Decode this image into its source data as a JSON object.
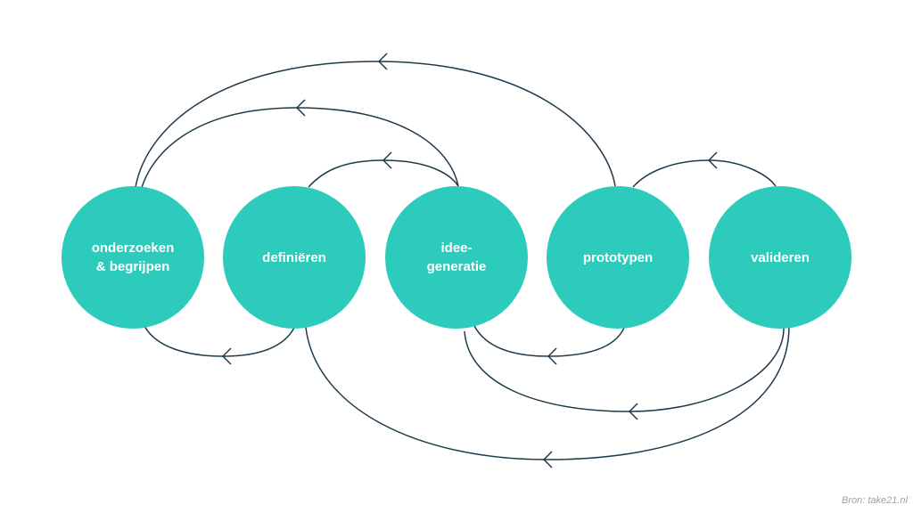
{
  "colors": {
    "node_fill": "#2ccbbb",
    "line": "#1d3b4a",
    "label_text": "#ffffff",
    "source_text": "#9aa4a8"
  },
  "nodes": [
    {
      "id": "onderzoeken",
      "label": "onderzoeken\n& begrijpen"
    },
    {
      "id": "definieren",
      "label": "definiëren"
    },
    {
      "id": "ideegeneratie",
      "label": "idee-\ngeneratie"
    },
    {
      "id": "prototypen",
      "label": "prototypen"
    },
    {
      "id": "valideren",
      "label": "valideren"
    }
  ],
  "connections": [
    {
      "from": "prototypen",
      "to": "onderzoeken"
    },
    {
      "from": "ideegeneratie",
      "to": "onderzoeken"
    },
    {
      "from": "ideegeneratie",
      "to": "definieren"
    },
    {
      "from": "valideren",
      "to": "prototypen"
    },
    {
      "from": "onderzoeken",
      "to": "definieren"
    },
    {
      "from": "ideegeneratie",
      "to": "prototypen"
    },
    {
      "from": "valideren",
      "to": "ideegeneratie"
    },
    {
      "from": "definieren",
      "to": "valideren"
    }
  ],
  "source": "Bron: take21.nl"
}
